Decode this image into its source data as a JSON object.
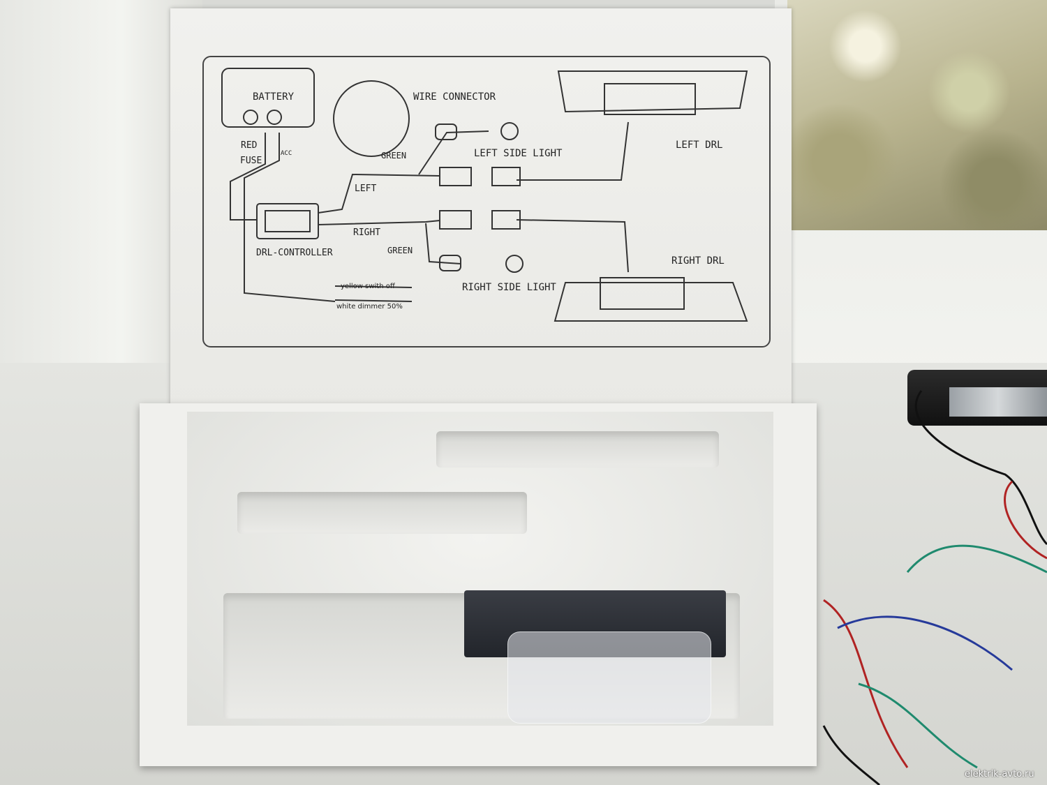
{
  "diagram": {
    "battery": "BATTERY",
    "red": "RED",
    "fuse": "FUSE",
    "acc": "ACC",
    "wire_connector": "WIRE CONNECTOR",
    "green_top": "GREEN",
    "left_side_light": "LEFT SIDE LIGHT",
    "left_drl": "LEFT DRL",
    "left": "LEFT",
    "right": "RIGHT",
    "drl_controller": "DRL-CONTROLLER",
    "green_bottom": "GREEN",
    "right_drl": "RIGHT DRL",
    "right_side_light": "RIGHT SIDE LIGHT",
    "yellow_wire": "yellow swith off",
    "white_wire": "white dimmer 50%"
  },
  "watermark": "elektrik-avto.ru"
}
